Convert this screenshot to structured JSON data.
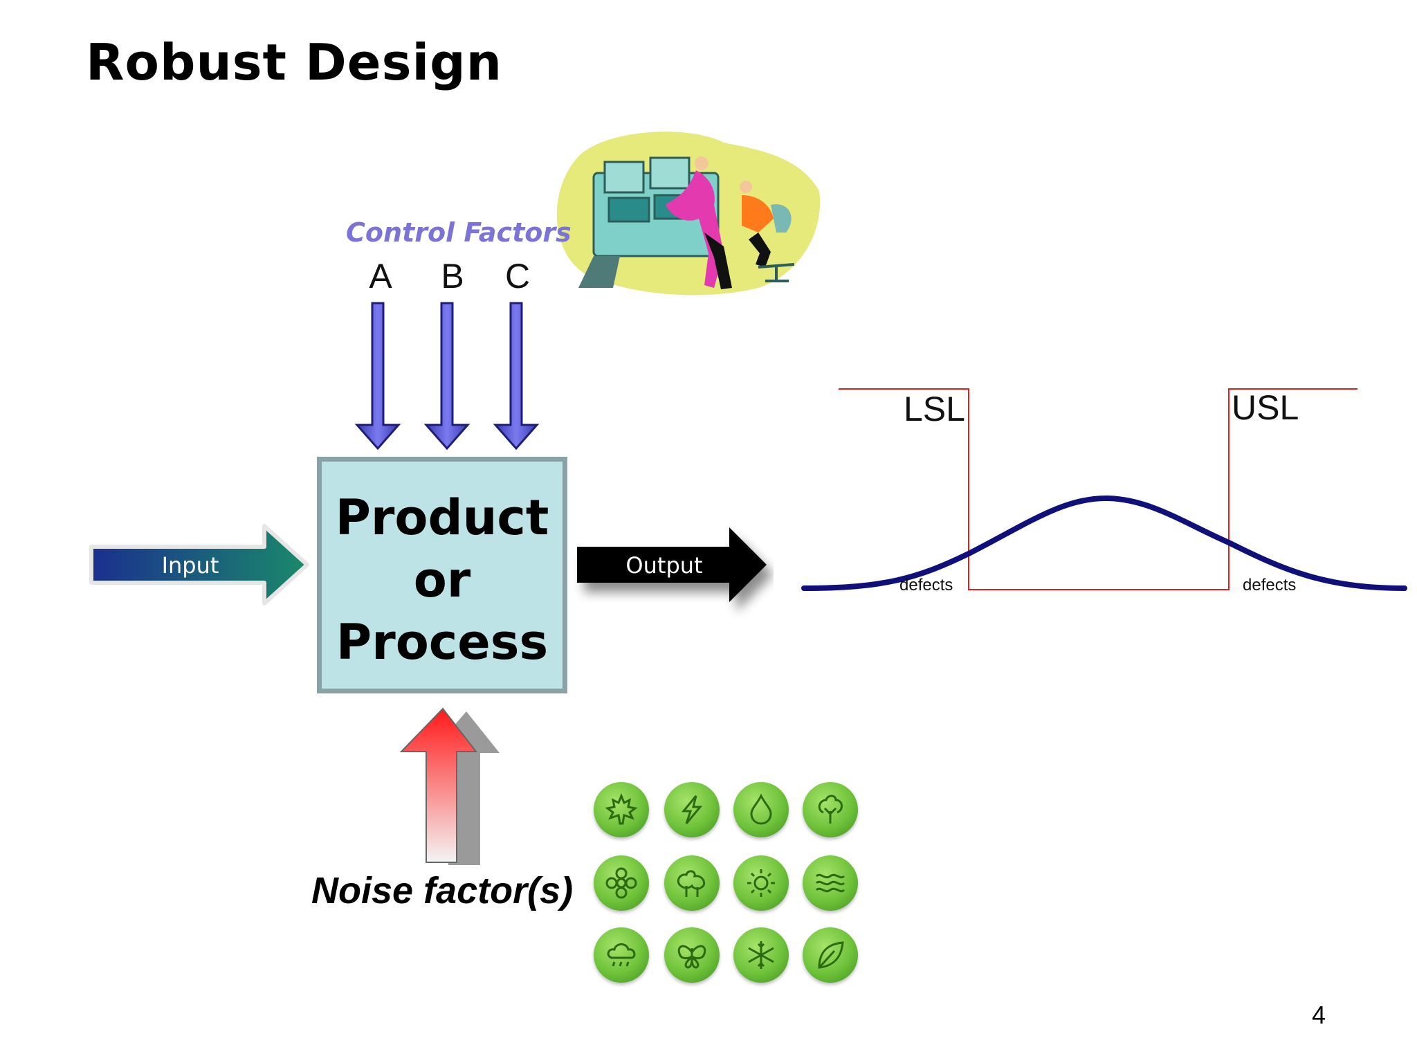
{
  "slide": {
    "title": "Robust Design",
    "page_number": "4"
  },
  "control": {
    "label": "Control Factors",
    "factors": [
      "A",
      "B",
      "C"
    ],
    "arrow_color": "#5f5fd8"
  },
  "process": {
    "lines": [
      "Product",
      "or",
      "Process"
    ],
    "fill": "#bde3e6"
  },
  "input": {
    "label": "Input"
  },
  "output": {
    "label": "Output"
  },
  "noise": {
    "label": "Noise factor(s)",
    "arrow_color": "#ff2020"
  },
  "distribution": {
    "lsl": "LSL",
    "usl": "USL",
    "defects_left": "defects",
    "defects_right": "defects",
    "curve_color": "#10107a",
    "limit_color": "#e02020"
  },
  "icons": [
    "maple-leaf-icon",
    "lightning-icon",
    "water-drop-icon",
    "tree-icon",
    "flower-icon",
    "trees-icon",
    "sun-icon",
    "waves-icon",
    "rain-cloud-icon",
    "butterfly-icon",
    "snowflake-icon",
    "leaf-icon"
  ]
}
